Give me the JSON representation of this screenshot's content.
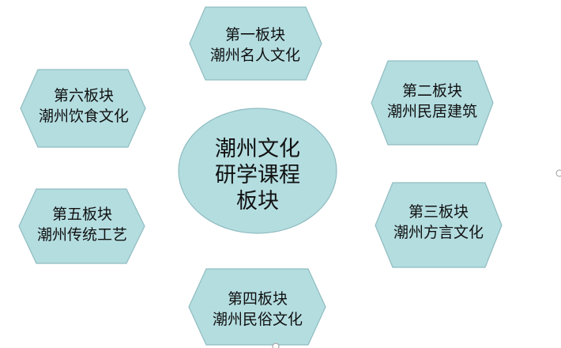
{
  "diagram": {
    "center": {
      "lines": [
        "潮州文化",
        "研学课程",
        "板块"
      ]
    },
    "modules": [
      {
        "id": "m1",
        "title": "第一板块",
        "subtitle": "潮州名人文化"
      },
      {
        "id": "m2",
        "title": "第二板块",
        "subtitle": "潮州民居建筑"
      },
      {
        "id": "m3",
        "title": "第三板块",
        "subtitle": "潮州方言文化"
      },
      {
        "id": "m4",
        "title": "第四板块",
        "subtitle": "潮州民俗文化"
      },
      {
        "id": "m5",
        "title": "第五板块",
        "subtitle": "潮州传统工艺"
      },
      {
        "id": "m6",
        "title": "第六板块",
        "subtitle": "潮州饮食文化"
      }
    ],
    "colors": {
      "fill": "#b4dde0",
      "stroke": "#8fbcc0",
      "text": "#111111"
    }
  }
}
